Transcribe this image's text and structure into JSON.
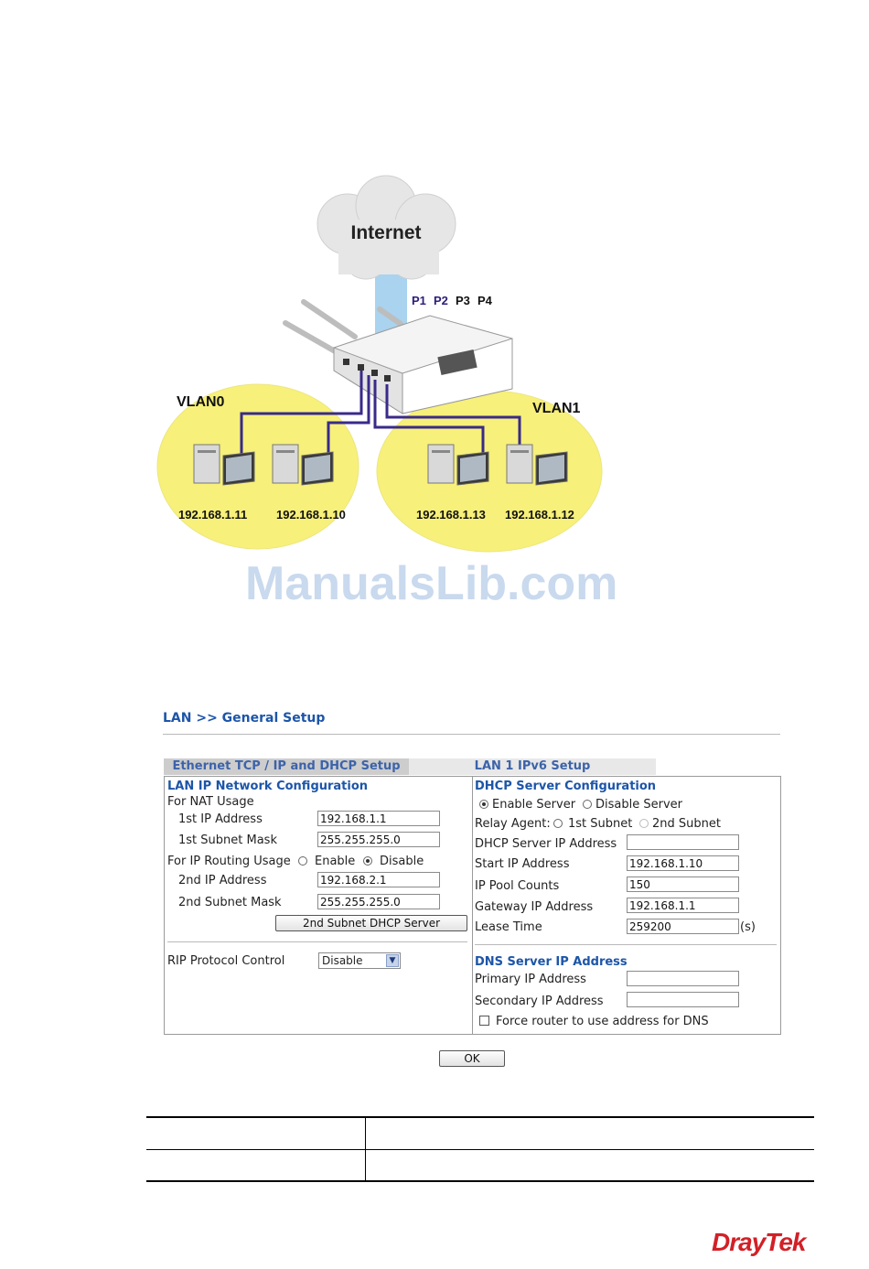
{
  "diagram": {
    "cloud_label": "Internet",
    "ports": [
      "P1",
      "P2",
      "P3",
      "P4"
    ],
    "vlan0_label": "VLAN0",
    "vlan1_label": "VLAN1",
    "hosts": [
      "192.168.1.11",
      "192.168.1.10",
      "192.168.1.13",
      "192.168.1.12"
    ]
  },
  "watermark": "ManualsLib.com",
  "page": {
    "title": "LAN >> General Setup"
  },
  "tabs": [
    {
      "label": "Ethernet TCP / IP and DHCP Setup"
    },
    {
      "label": "LAN 1 IPv6 Setup"
    }
  ],
  "lan": {
    "heading": "LAN IP Network Configuration",
    "nat_usage": "For NAT Usage",
    "ip1_label": "1st IP Address",
    "ip1_value": "192.168.1.1",
    "mask1_label": "1st Subnet Mask",
    "mask1_value": "255.255.255.0",
    "routing_label": "For IP Routing Usage",
    "enable": "Enable",
    "disable": "Disable",
    "ip2_label": "2nd IP Address",
    "ip2_value": "192.168.2.1",
    "mask2_label": "2nd Subnet Mask",
    "mask2_value": "255.255.255.0",
    "dhcp2_button": "2nd Subnet DHCP Server",
    "rip_label": "RIP Protocol Control",
    "rip_value": "Disable"
  },
  "dhcp": {
    "heading": "DHCP Server Configuration",
    "enable_server": "Enable Server",
    "disable_server": "Disable Server",
    "relay_label": "Relay Agent:",
    "relay_first": "1st Subnet",
    "relay_second": "2nd Subnet",
    "server_ip_label": "DHCP Server IP Address",
    "server_ip_value": "",
    "start_ip_label": "Start IP Address",
    "start_ip_value": "192.168.1.10",
    "pool_label": "IP Pool Counts",
    "pool_value": "150",
    "gateway_label": "Gateway IP Address",
    "gateway_value": "192.168.1.1",
    "lease_label": "Lease Time",
    "lease_value": "259200",
    "lease_unit": "(s)"
  },
  "dns": {
    "heading": "DNS Server IP Address",
    "primary_label": "Primary IP Address",
    "primary_value": "",
    "secondary_label": "Secondary IP Address",
    "secondary_value": "",
    "force_label": "Force router to use address for DNS"
  },
  "ok_button": "OK",
  "brand": "DrayTek"
}
